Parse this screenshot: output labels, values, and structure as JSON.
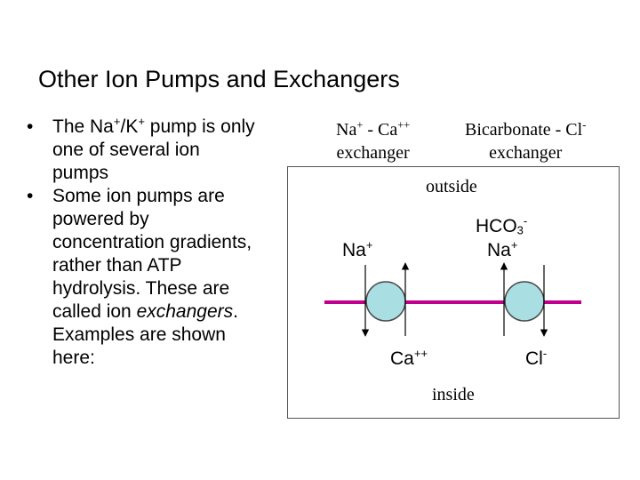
{
  "slide": {
    "title": "Other Ion Pumps and Exchangers"
  },
  "bullets": [
    {
      "text_pre": "The Na",
      "sup1": "+",
      "text_mid": "/K",
      "sup2": "+",
      "text_post": " pump is only one of several ion pumps"
    },
    {
      "text_pre": "Some ion pumps are powered by concentration gradients, rather than ATP hydrolysis. These are called ion ",
      "text_italic": "exchangers",
      "text_post": ". Examples are shown here:"
    }
  ],
  "bullet_symbol": "•",
  "diagram": {
    "exchanger1": {
      "na": "Na",
      "na_sup": "+",
      "sep": " - Ca",
      "ca_sup": "++",
      "line2": "exchanger"
    },
    "exchanger2": {
      "line1": "Bicarbonate - Cl",
      "line1_sup": "-",
      "line2": "exchanger"
    },
    "outside_label": "outside",
    "inside_label": "inside",
    "ion_na_left": "Na",
    "ion_na_left_sup": "+",
    "ion_hco3": "HCO",
    "ion_hco3_sub": "3",
    "ion_hco3_sup": "-",
    "ion_na_right": "Na",
    "ion_na_right_sup": "+",
    "ion_ca": "Ca",
    "ion_ca_sup": "++",
    "ion_cl": "Cl",
    "ion_cl_sup": "-",
    "colors": {
      "membrane": "#c0008c",
      "protein_fill": "#a9dfe3",
      "protein_stroke": "#4a4a4a",
      "arrow": "#000000"
    }
  }
}
